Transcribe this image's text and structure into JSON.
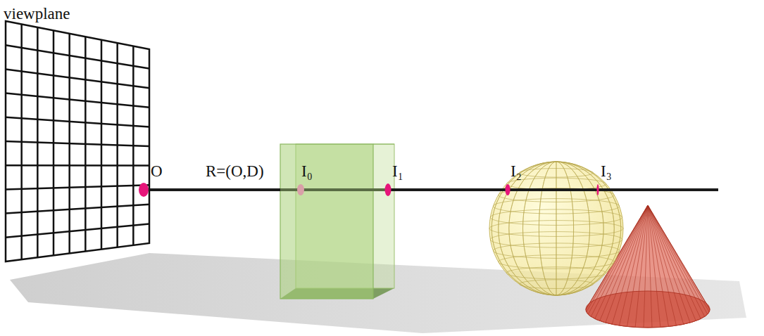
{
  "diagram": {
    "labels": [
      "viewplane",
      "O",
      "R=(O,D)",
      "I₀",
      "I₁",
      "I₂",
      "I₃"
    ]
  }
}
